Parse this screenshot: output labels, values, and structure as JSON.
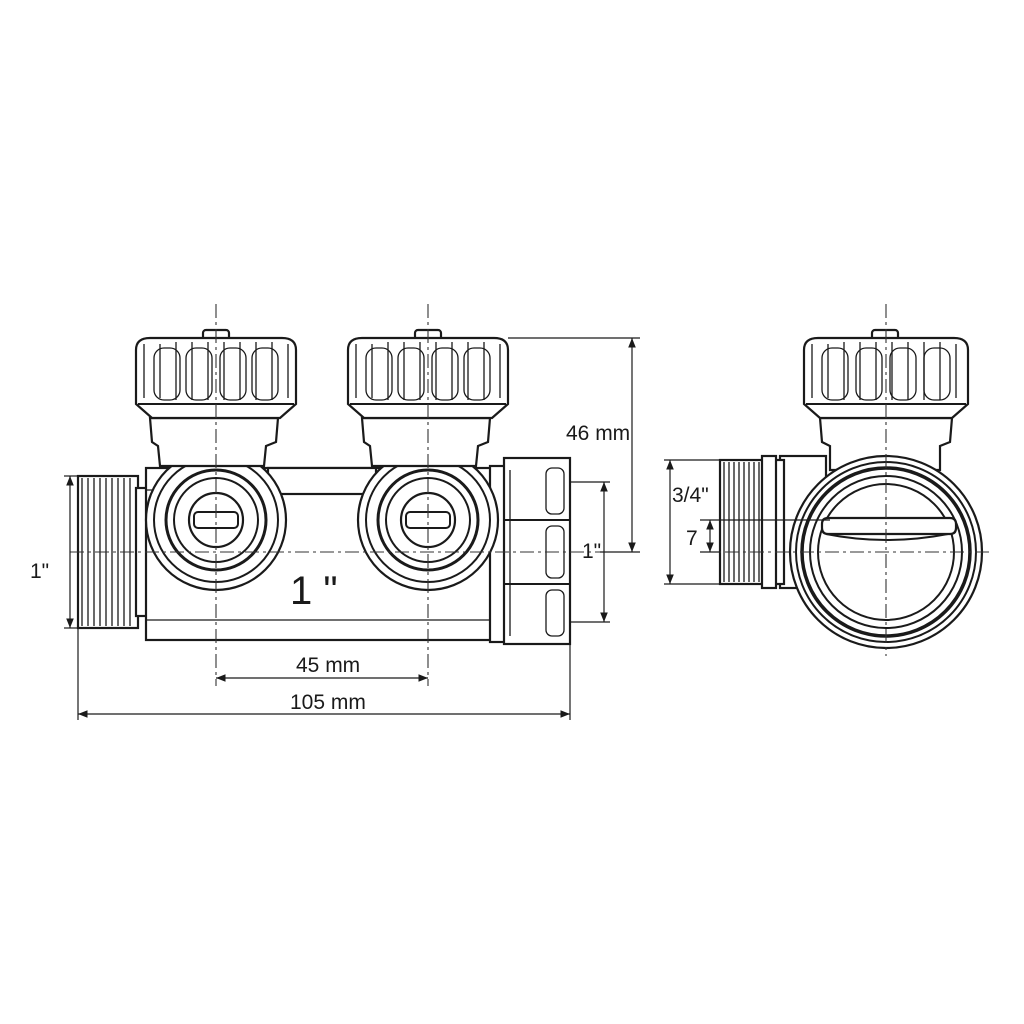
{
  "dimensions": {
    "height": "46 mm",
    "inlet_left": "1\"",
    "outlet_right": "1\"",
    "body_size": "1 \"",
    "spacing": "45 mm",
    "length": "105 mm",
    "side_thread": "3/4\"",
    "side_offset": "7"
  }
}
